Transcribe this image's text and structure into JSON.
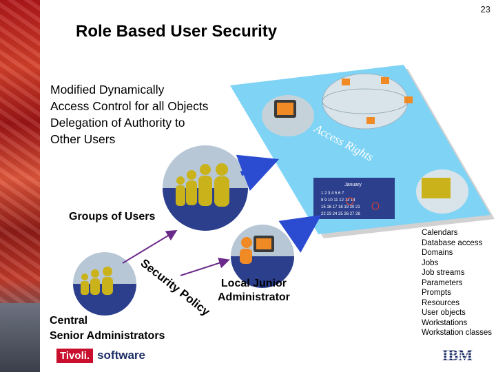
{
  "slide": {
    "page_number": "23",
    "title": "Role Based User Security",
    "bullets": [
      "Modified Dynamically",
      "Access Control for all Objects",
      "Delegation of Authority to",
      "Other Users"
    ],
    "access_rights_label": "Access Rights",
    "calendar_month": "January",
    "groups_label": "Groups of Users",
    "security_policy_label": "Security Policy",
    "central_label_line1": "Central",
    "central_label_line2": "Senior Administrators",
    "local_label_line1": "Local Junior",
    "local_label_line2": "Administrator",
    "resources": [
      "Calendars",
      "Database access",
      "Domains",
      "Jobs",
      "Job streams",
      "Parameters",
      "Prompts",
      "Resources",
      "User objects",
      "Workstations",
      "Workstation classes"
    ],
    "brand": {
      "tivoli": "Tivoli.",
      "software": "software",
      "ibm": "IBM"
    }
  },
  "colors": {
    "panel": "#7fd3f5",
    "accent": "#2b4bd1",
    "policy_arrow": "#6a2a8a",
    "figure": "#c9b21a"
  }
}
